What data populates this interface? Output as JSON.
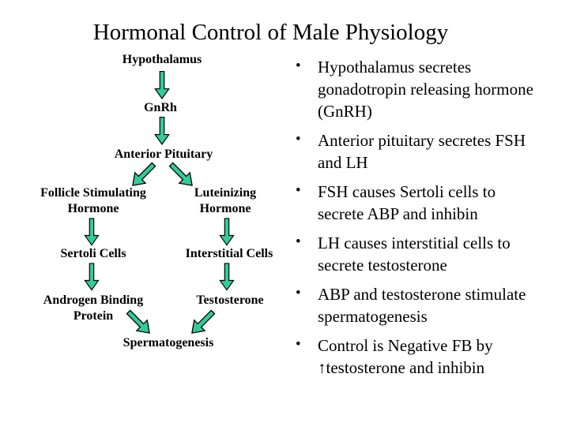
{
  "slide": {
    "title": "Hormonal Control of Male Physiology"
  },
  "colors": {
    "arrow_fill": "#33CC99",
    "arrow_outline": "#000000"
  },
  "diagram": {
    "hypothalamus": "Hypothalamus",
    "gnrh": "GnRh",
    "anterior_pituitary": "Anterior Pituitary",
    "fsh_line1": "Follicle Stimulating",
    "fsh_line2": "Hormone",
    "lh_line1": "Luteinizing",
    "lh_line2": "Hormone",
    "sertoli": "Sertoli Cells",
    "interstitial": "Interstitial Cells",
    "abp_line1": "Androgen Binding",
    "abp_line2": "Protein",
    "testosterone": "Testosterone",
    "spermatogenesis": "Spermatogenesis"
  },
  "bullets": {
    "marker": "•",
    "items": [
      {
        "text": "Hypothalamus secretes gonadotropin releasing hormone (GnRH)"
      },
      {
        "text": "Anterior pituitary secretes FSH and LH"
      },
      {
        "text": "FSH causes Sertoli cells to secrete ABP and inhibin"
      },
      {
        "text": "LH causes interstitial cells to secrete testosterone"
      },
      {
        "text": "ABP and testosterone stimulate spermatogenesis"
      },
      {
        "text": "Control is Negative FB by ↑testosterone and inhibin"
      }
    ]
  }
}
